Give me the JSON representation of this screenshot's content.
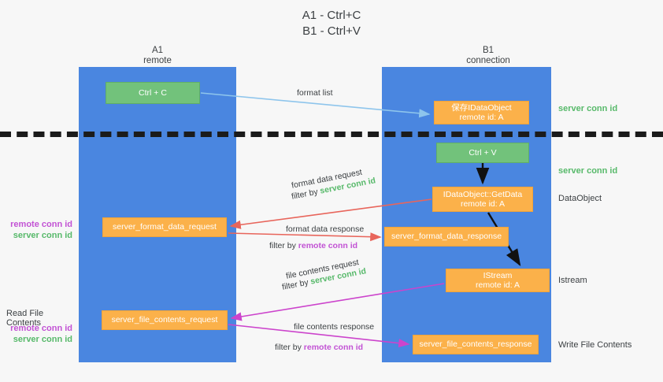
{
  "title": "A1 - Ctrl+C\nB1 - Ctrl+V",
  "columns": {
    "left": {
      "header": "A1\nremote"
    },
    "right": {
      "header": "B1\nconnection"
    }
  },
  "boxes": {
    "ctrl_c": "Ctrl + C",
    "save_idataobject": "保存IDataObject\nremote id: A",
    "ctrl_v": "Ctrl + V",
    "get_data": "IDataObject::GetData\nremote id: A",
    "server_format_data_request": "server_format_data_request",
    "server_format_data_response": "server_format_data_response",
    "istream": "IStream\nremote id: A",
    "server_file_contents_request": "server_file_contents_request",
    "server_file_contents_response": "server_file_contents_response"
  },
  "side_annotations": {
    "server_conn_id_top": "server conn id",
    "server_conn_id_mid": "server conn id",
    "data_object": "DataObject",
    "istream": "Istream",
    "write_file_contents": "Write File Contents"
  },
  "left_annotations": {
    "read_file_contents": "Read File Contents",
    "remote_conn_id": "remote conn id",
    "server_conn_id": "server conn id"
  },
  "arrow_labels": {
    "format_list": "format list",
    "format_data_request": "format data request",
    "format_data_request_filter_prefix": "filter by ",
    "format_data_request_filter_value": "server conn id",
    "format_data_response": "format data response",
    "format_data_response_filter_prefix": "filter by ",
    "format_data_response_filter_value": "remote conn id",
    "file_contents_request": "file contents request",
    "file_contents_request_filter_prefix": "filter by ",
    "file_contents_request_filter_value": "server conn id",
    "file_contents_response": "file contents response",
    "file_contents_response_filter_prefix": "filter by ",
    "file_contents_response_filter_value": "remote conn id"
  },
  "colors": {
    "lane": "#4a86e0",
    "green_box": "#72c27b",
    "orange_box": "#fbb14a",
    "server_conn_id": "#57b96a",
    "remote_conn_id": "#c252d4",
    "arrow_light_blue": "#8ec5ec",
    "arrow_red": "#e8655b",
    "arrow_magenta": "#cc44cc",
    "arrow_black": "#111111",
    "background": "#f7f7f7"
  }
}
